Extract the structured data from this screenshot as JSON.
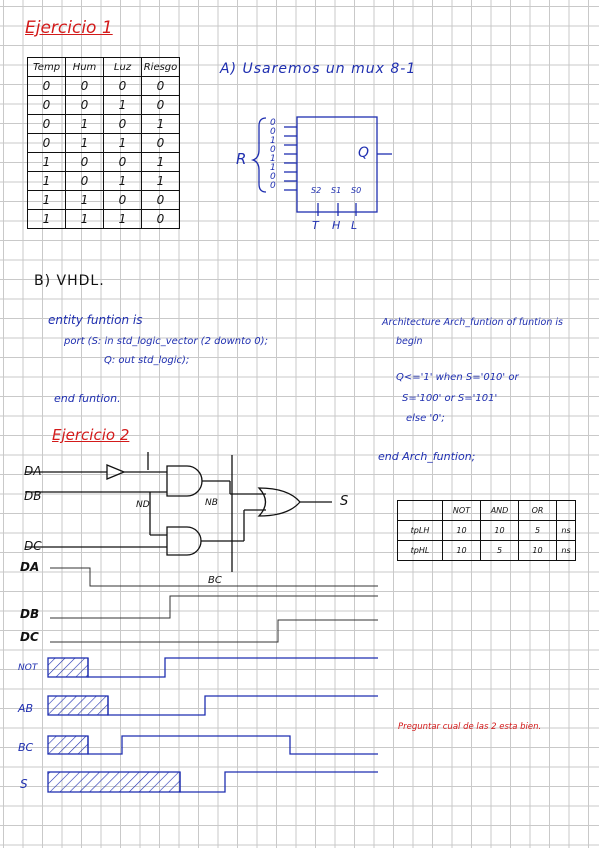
{
  "ex1": {
    "title": "Ejercicio 1",
    "truth_table": {
      "headers": [
        "Temp",
        "Hum",
        "Luz",
        "Riesgo"
      ],
      "rows": [
        [
          "0",
          "0",
          "0",
          "0"
        ],
        [
          "0",
          "0",
          "1",
          "0"
        ],
        [
          "0",
          "1",
          "0",
          "1"
        ],
        [
          "0",
          "1",
          "1",
          "0"
        ],
        [
          "1",
          "0",
          "0",
          "1"
        ],
        [
          "1",
          "0",
          "1",
          "1"
        ],
        [
          "1",
          "1",
          "0",
          "0"
        ],
        [
          "1",
          "1",
          "1",
          "0"
        ]
      ]
    },
    "part_a": "A) Usaremos un mux 8-1",
    "mux": {
      "inputs": [
        "0",
        "0",
        "1",
        "0",
        "1",
        "1",
        "0",
        "0"
      ],
      "r_label": "R",
      "output_label": "Q",
      "selects": [
        "S2",
        "S1",
        "S0"
      ],
      "select_inputs": [
        "T",
        "H",
        "L"
      ]
    }
  },
  "part_b": "B) VHDL.",
  "entity": {
    "line1": "entity funtion is",
    "line2": "port (S: in std_logic_vector (2 downto 0);",
    "line3": "Q: out std_logic);",
    "line4": "end funtion."
  },
  "architecture": {
    "line1": "Architecture Arch_funtion of funtion is",
    "line2": "begin",
    "line3": "Q<='1' when S='010' or",
    "line4": "S='100' or S='101'",
    "line5": "else '0';",
    "line6": "end Arch_funtion;"
  },
  "ex2": {
    "title": "Ejercicio 2",
    "signals": {
      "da": "DA",
      "db": "DB",
      "dc": "DC",
      "nd": "ND",
      "nb": "NB",
      "bc": "BC",
      "s": "S"
    },
    "delay_table": {
      "headers": [
        "",
        "NOT",
        "AND",
        "OR",
        ""
      ],
      "rows": [
        [
          "tpLH",
          "10",
          "10",
          "5",
          "ns"
        ],
        [
          "tpHL",
          "10",
          "5",
          "10",
          "ns"
        ]
      ]
    },
    "timing_labels": [
      "DA",
      "DB",
      "DC",
      "NOT",
      "AB",
      "BC",
      "S"
    ],
    "note": "Preguntar cual de las 2 esta bien."
  },
  "colors": {
    "red": "#d31a1a",
    "blue": "#1f2fb0",
    "ink": "#111111",
    "grid": "#c9c9c9"
  }
}
